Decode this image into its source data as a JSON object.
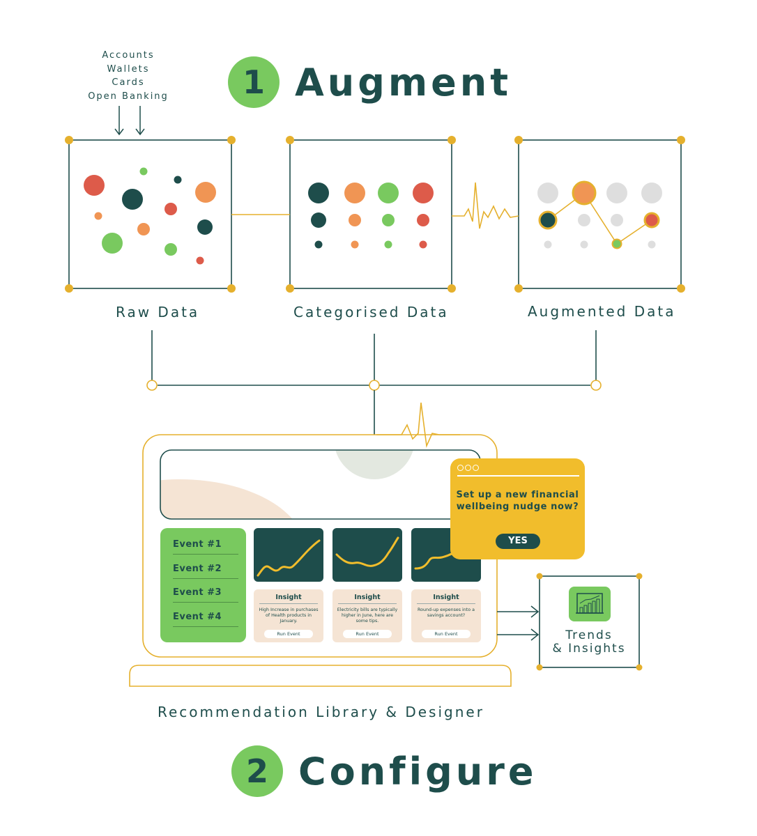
{
  "augment": {
    "number": "1",
    "title": "Augment"
  },
  "configure": {
    "number": "2",
    "title": "Configure"
  },
  "sources": {
    "items": [
      "Accounts",
      "Wallets",
      "Cards",
      "Open Banking"
    ]
  },
  "stages": {
    "raw": {
      "label": "Raw Data"
    },
    "categorised": {
      "label": "Categorised Data"
    },
    "augmented": {
      "label": "Augmented Data"
    }
  },
  "events": [
    "Event #1",
    "Event #2",
    "Event #3",
    "Event #4"
  ],
  "insights": [
    {
      "title": "Insight",
      "body": "High Increase in purchases of Health products in January.",
      "button": "Run Event"
    },
    {
      "title": "Insight",
      "body": "Electricity bills are typically higher in June, here are some tips.",
      "button": "Run Event"
    },
    {
      "title": "Insight",
      "body": "Round-up expenses into a savings account?",
      "button": "Run Event"
    }
  ],
  "popup": {
    "text": "Set up a new financial wellbeing nudge now?",
    "button": "YES"
  },
  "trends": {
    "label_line1": "Trends",
    "label_line2": "& Insights",
    "icon": "bar-chart-icon"
  },
  "library": {
    "label": "Recommendation Library & Designer"
  },
  "colors": {
    "dark_teal": "#1e4d4b",
    "green": "#79c95f",
    "orange": "#f09554",
    "red": "#dd5b4a",
    "gold": "#f1bd2c",
    "grey": "#dedede",
    "peach": "#f5e4d4"
  }
}
